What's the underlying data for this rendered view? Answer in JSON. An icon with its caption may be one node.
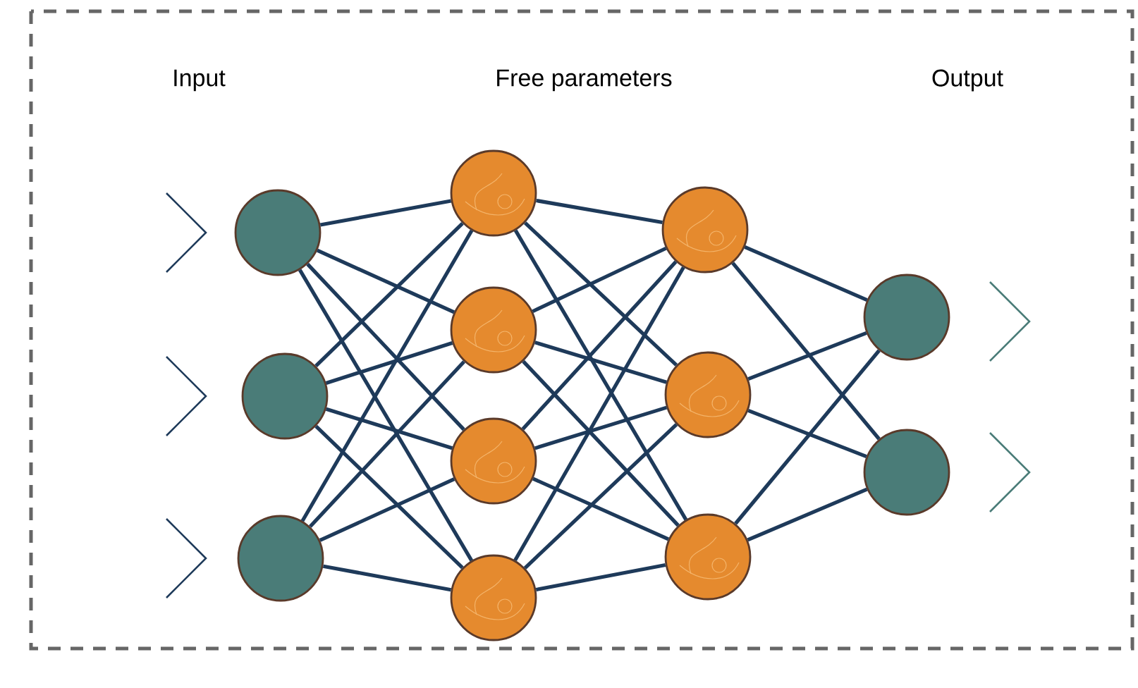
{
  "diagram": {
    "nodes": [
      {
        "text": [],
        "shape": "circle"
      },
      {
        "text": [],
        "shape": "circle"
      },
      {
        "text": [],
        "shape": "circle"
      },
      {
        "text": [],
        "shape": "circle"
      },
      {
        "text": [],
        "shape": "circle"
      },
      {
        "text": [],
        "shape": "circle"
      },
      {
        "text": [],
        "shape": "circle"
      },
      {
        "text": [],
        "shape": "circle"
      },
      {
        "text": [],
        "shape": "circle"
      },
      {
        "text": [],
        "shape": "circle"
      },
      {
        "text": [],
        "shape": "circle"
      },
      {
        "text": [],
        "shape": "circle"
      }
    ],
    "edges": [
      {
        "from": 0,
        "to": 3,
        "arrow": "none"
      },
      {
        "from": 0,
        "to": 4,
        "arrow": "none"
      },
      {
        "from": 0,
        "to": 5,
        "arrow": "none"
      },
      {
        "from": 0,
        "to": 6,
        "arrow": "none"
      },
      {
        "from": 1,
        "to": 3,
        "arrow": "none"
      },
      {
        "from": 1,
        "to": 4,
        "arrow": "none"
      },
      {
        "from": 1,
        "to": 5,
        "arrow": "none"
      },
      {
        "from": 1,
        "to": 6,
        "arrow": "none"
      },
      {
        "from": 2,
        "to": 3,
        "arrow": "none"
      },
      {
        "from": 2,
        "to": 4,
        "arrow": "none"
      },
      {
        "from": 2,
        "to": 5,
        "arrow": "none"
      },
      {
        "from": 2,
        "to": 6,
        "arrow": "none"
      },
      {
        "from": 3,
        "to": 7,
        "arrow": "none"
      },
      {
        "from": 3,
        "to": 8,
        "arrow": "none"
      },
      {
        "from": 3,
        "to": 9,
        "arrow": "none"
      },
      {
        "from": 4,
        "to": 7,
        "arrow": "none"
      },
      {
        "from": 4,
        "to": 8,
        "arrow": "none"
      },
      {
        "from": 4,
        "to": 9,
        "arrow": "none"
      },
      {
        "from": 5,
        "to": 7,
        "arrow": "none"
      },
      {
        "from": 5,
        "to": 8,
        "arrow": "none"
      },
      {
        "from": 5,
        "to": 9,
        "arrow": "none"
      },
      {
        "from": 6,
        "to": 7,
        "arrow": "none"
      },
      {
        "from": 6,
        "to": 8,
        "arrow": "none"
      },
      {
        "from": 6,
        "to": 9,
        "arrow": "none"
      },
      {
        "from": 7,
        "to": 10,
        "arrow": "none"
      },
      {
        "from": 7,
        "to": 11,
        "arrow": "none"
      },
      {
        "from": 8,
        "to": 10,
        "arrow": "none"
      },
      {
        "from": 8,
        "to": 11,
        "arrow": "none"
      },
      {
        "from": 9,
        "to": 10,
        "arrow": "none"
      },
      {
        "from": 9,
        "to": 11,
        "arrow": "none"
      }
    ],
    "labels": [
      "Input",
      "Free parameters",
      "Output"
    ]
  }
}
